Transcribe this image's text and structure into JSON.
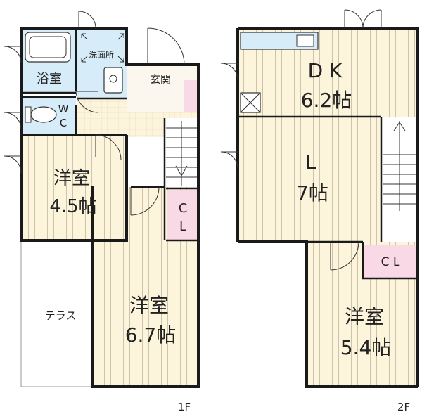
{
  "floor1": {
    "label": "1F",
    "bath": "浴室",
    "washroom": "洗面所",
    "entrance": "玄関",
    "wc_line1": "W",
    "wc_line2": "C",
    "room_a_name": "洋室",
    "room_a_size": "4.5帖",
    "room_b_name": "洋室",
    "room_b_size": "6.7帖",
    "closet_line1": "C",
    "closet_line2": "L",
    "terrace": "テラス"
  },
  "floor2": {
    "label": "2F",
    "dk_name": "D K",
    "dk_size": "6.2帖",
    "living_name": "L",
    "living_size": "7帖",
    "room_name": "洋室",
    "room_size": "5.4帖",
    "closet": "C L"
  },
  "colors": {
    "wall": "#1a1a1a",
    "floor_fill": "#fdf4dc",
    "floor_stripe": "#c9bfa8",
    "wet_area": "#d6ecf8",
    "closet": "#f9d9e6",
    "line": "#555555"
  }
}
